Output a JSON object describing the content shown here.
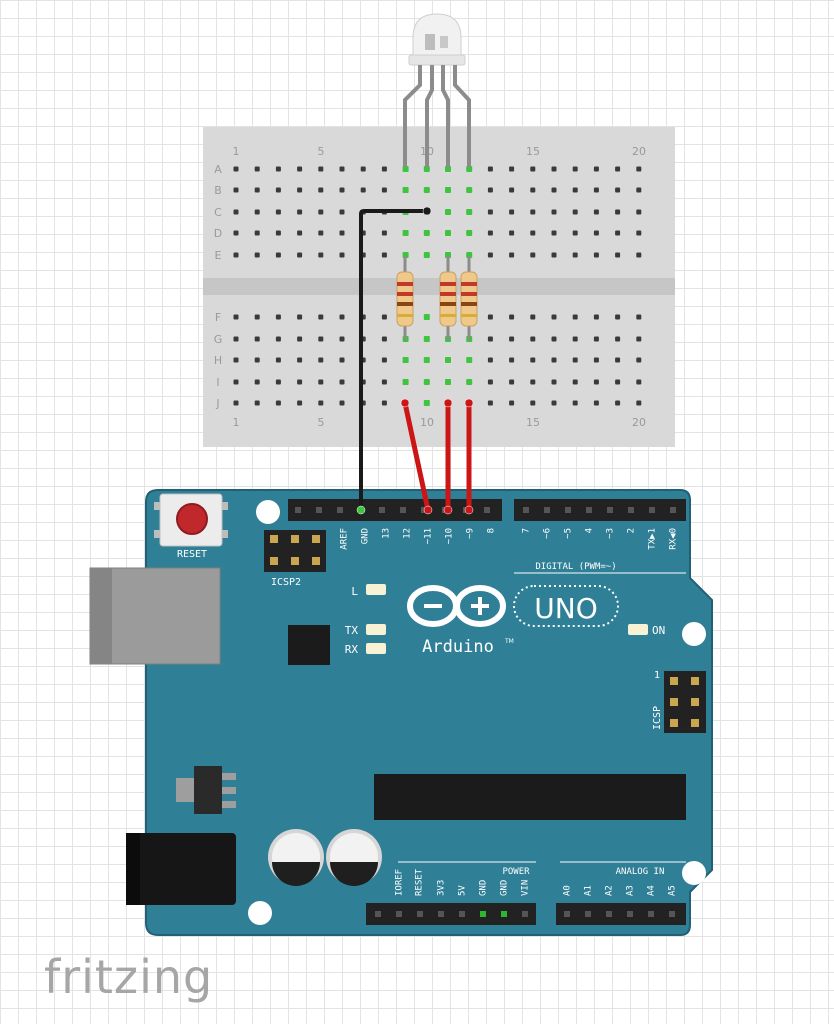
{
  "breadboard": {
    "row_letters_top": [
      "A",
      "B",
      "C",
      "D",
      "E"
    ],
    "row_letters_bottom": [
      "F",
      "G",
      "H",
      "I",
      "J"
    ],
    "column_numbers": [
      "1",
      "5",
      "10",
      "15",
      "20"
    ]
  },
  "arduino": {
    "reset_label": "RESET",
    "icsp2_label": "ICSP2",
    "icsp_label": "ICSP",
    "icsp_pin1_label": "1",
    "l_label": "L",
    "tx_label": "TX",
    "rx_label": "RX",
    "on_label": "ON",
    "brand_label": "Arduino",
    "tm_label": "TM",
    "model_label": "UNO",
    "digital_label": "DIGITAL (PWM=~)",
    "power_label": "POWER",
    "analog_label": "ANALOG IN",
    "digital_left_pins": [
      "AREF",
      "GND",
      "13",
      "12",
      "~11",
      "~10",
      "~9",
      "8"
    ],
    "digital_right_pins": [
      "7",
      "~6",
      "~5",
      "4",
      "~3",
      "2",
      "TX▶1",
      "RX◀0"
    ],
    "power_pins": [
      "IOREF",
      "RESET",
      "3V3",
      "5V",
      "GND",
      "GND",
      "VIN"
    ],
    "analog_pins": [
      "A0",
      "A1",
      "A2",
      "A3",
      "A4",
      "A5"
    ]
  },
  "footer": {
    "logo_text": "fritzing"
  },
  "colors": {
    "board": "#2f7f97",
    "breadboard": "#d9d9d9",
    "wire_red": "#cc1616",
    "wire_black": "#1a1a1a",
    "highlight_green": "#3fc43f"
  }
}
